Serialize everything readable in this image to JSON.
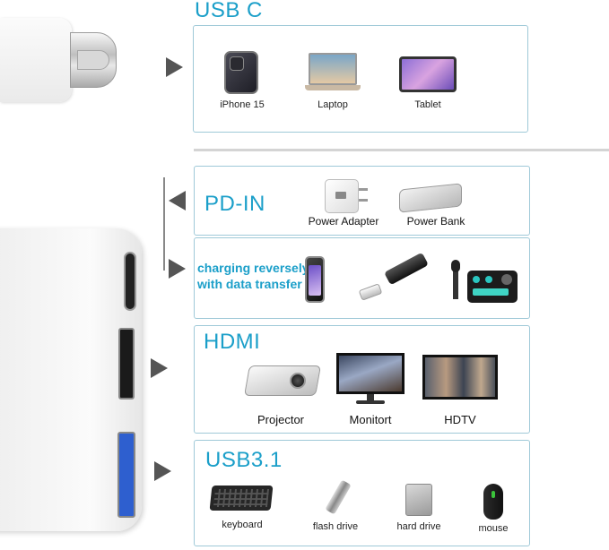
{
  "usb_c": {
    "title": "USB C",
    "devices": [
      {
        "label": "iPhone 15",
        "icon": "iphone-icon"
      },
      {
        "label": "Laptop",
        "icon": "laptop-icon"
      },
      {
        "label": "Tablet",
        "icon": "tablet-icon"
      }
    ]
  },
  "pd_in": {
    "title": "PD-IN",
    "devices": [
      {
        "label": "Power Adapter",
        "icon": "power-adapter-icon"
      },
      {
        "label": "Power Bank",
        "icon": "power-bank-icon"
      }
    ]
  },
  "charging": {
    "line1": "charging reversely",
    "line2": "with data transfer",
    "devices": [
      {
        "icon": "phone-icon"
      },
      {
        "icon": "usb-stick-icon"
      },
      {
        "icon": "sound-card-icon"
      }
    ]
  },
  "hdmi": {
    "title": "HDMI",
    "devices": [
      {
        "label": "Projector",
        "icon": "projector-icon"
      },
      {
        "label": "Monitort",
        "icon": "monitor-icon"
      },
      {
        "label": "HDTV",
        "icon": "hdtv-icon"
      }
    ]
  },
  "usb31": {
    "title": "USB3.1",
    "devices": [
      {
        "label": "keyboard",
        "icon": "keyboard-icon"
      },
      {
        "label": "flash drive",
        "icon": "flash-drive-icon"
      },
      {
        "label": "hard drive",
        "icon": "hard-drive-icon"
      },
      {
        "label": "mouse",
        "icon": "mouse-icon"
      }
    ]
  },
  "colors": {
    "accent": "#1b9fc9",
    "panel_border": "#9fc9d8",
    "usb_port": "#2e5fcf"
  }
}
